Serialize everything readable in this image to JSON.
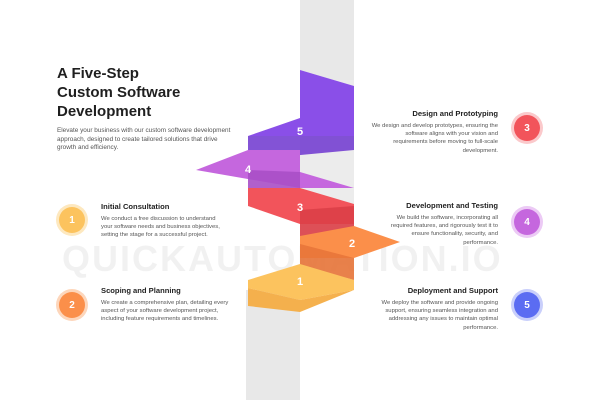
{
  "title": "A Five-Step\nCustom Software\nDevelopment",
  "intro": "Elevate your business with our custom software development approach, designed to create tailored solutions that drive growth and efficiency.",
  "watermark": "QUICKAUTOMATION.IO",
  "steps": [
    {
      "number": "1",
      "title": "Initial Consultation",
      "description": "We conduct a free discussion to understand your software needs and business objectives, setting the stage for a successful project.",
      "color": "#fcc35e",
      "ring": "#fde8bf"
    },
    {
      "number": "2",
      "title": "Scoping and Planning",
      "description": "We create a comprehensive plan, detailing every aspect of your software development project, including feature requirements and timelines.",
      "color": "#fb8f4a",
      "ring": "#fdd6bb"
    },
    {
      "number": "3",
      "title": "Design and Prototyping",
      "description": "We design and develop prototypes, ensuring the software aligns with your vision and requirements before moving to full-scale development.",
      "color": "#f2545b",
      "ring": "#fbc9cb"
    },
    {
      "number": "4",
      "title": "Development and Testing",
      "description": "We build the software, incorporating all required features, and rigorously test it to ensure functionality, security, and performance.",
      "color": "#c567de",
      "ring": "#eccaf5"
    },
    {
      "number": "5",
      "title": "Deployment and Support",
      "description": "We deploy the software and provide ongoing support, ensuring seamless integration and addressing any issues to maintain optimal performance.",
      "color": "#5b6cf2",
      "ring": "#c9cffb"
    }
  ],
  "stair_colors": {
    "s1": {
      "top": "#fcc35e",
      "front": "#f4ad45"
    },
    "s2": {
      "top": "#fb8f4a",
      "front": "#e8763a"
    },
    "s3": {
      "top": "#f2545b",
      "front": "#dc3f47"
    },
    "s4": {
      "top": "#c567de",
      "front": "#a94fc6"
    },
    "s5": {
      "top": "#8a4fe8",
      "front": "#7540d2"
    }
  }
}
